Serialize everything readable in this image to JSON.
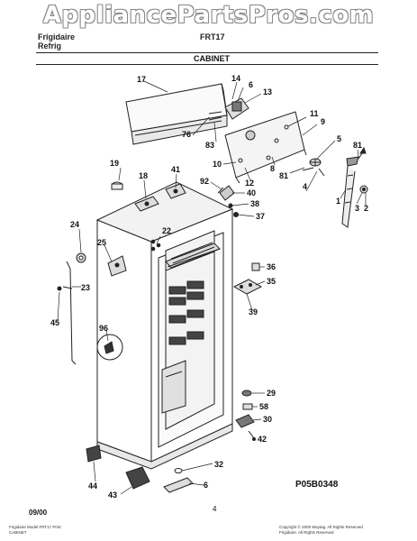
{
  "watermark": "AppliancePartsPros.com",
  "header": {
    "brand_line1": "Frigidaire",
    "brand_line2": "Refrig",
    "model": "FRT17",
    "section": "CABINET"
  },
  "callouts": [
    {
      "id": "17",
      "label": "17"
    },
    {
      "id": "14",
      "label": "14"
    },
    {
      "id": "6a",
      "label": "6"
    },
    {
      "id": "13",
      "label": "13"
    },
    {
      "id": "76",
      "label": "76"
    },
    {
      "id": "83",
      "label": "83"
    },
    {
      "id": "11",
      "label": "11"
    },
    {
      "id": "9",
      "label": "9"
    },
    {
      "id": "5",
      "label": "5"
    },
    {
      "id": "81a",
      "label": "81"
    },
    {
      "id": "10",
      "label": "10"
    },
    {
      "id": "8",
      "label": "8"
    },
    {
      "id": "12",
      "label": "12"
    },
    {
      "id": "81b",
      "label": "81"
    },
    {
      "id": "4",
      "label": "4"
    },
    {
      "id": "19",
      "label": "19"
    },
    {
      "id": "18",
      "label": "18"
    },
    {
      "id": "41",
      "label": "41"
    },
    {
      "id": "92",
      "label": "92"
    },
    {
      "id": "40",
      "label": "40"
    },
    {
      "id": "38",
      "label": "38"
    },
    {
      "id": "1",
      "label": "1"
    },
    {
      "id": "3",
      "label": "3"
    },
    {
      "id": "2",
      "label": "2"
    },
    {
      "id": "37",
      "label": "37"
    },
    {
      "id": "24",
      "label": "24"
    },
    {
      "id": "22",
      "label": "22"
    },
    {
      "id": "25",
      "label": "25"
    },
    {
      "id": "36",
      "label": "36"
    },
    {
      "id": "35",
      "label": "35"
    },
    {
      "id": "23",
      "label": "23"
    },
    {
      "id": "39",
      "label": "39"
    },
    {
      "id": "45",
      "label": "45"
    },
    {
      "id": "96",
      "label": "96"
    },
    {
      "id": "29",
      "label": "29"
    },
    {
      "id": "58",
      "label": "58"
    },
    {
      "id": "30",
      "label": "30"
    },
    {
      "id": "42",
      "label": "42"
    },
    {
      "id": "32",
      "label": "32"
    },
    {
      "id": "44",
      "label": "44"
    },
    {
      "id": "43",
      "label": "43"
    },
    {
      "id": "6b",
      "label": "6"
    }
  ],
  "figure_code": "P05B0348",
  "date": "09/00",
  "page_number": "4",
  "footer": {
    "left_line1": "Frigidaire Model FRT17 Print",
    "left_line2": "CABINET",
    "right_line1": "Copyright © 2000 Maytag. All Rights Reserved",
    "right_line2": "Frigidaire. All Rights Reserved"
  }
}
